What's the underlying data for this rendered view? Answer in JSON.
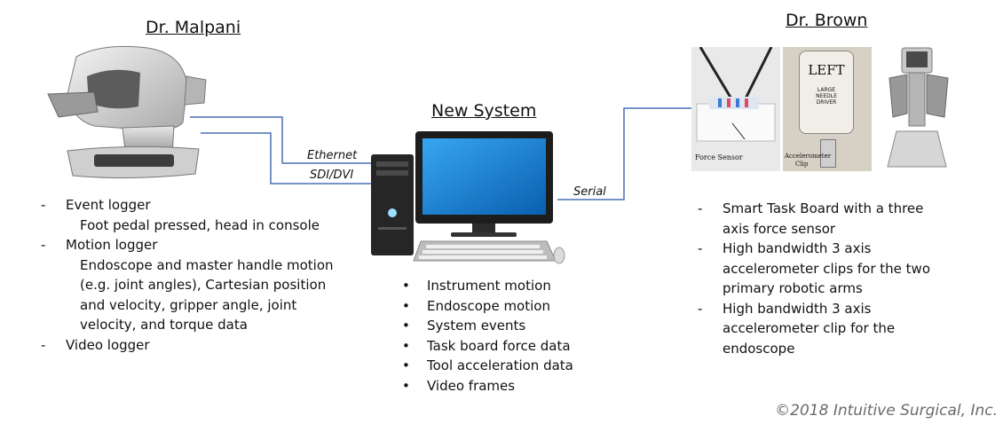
{
  "left": {
    "heading": "Dr. Malpani",
    "items": [
      {
        "text": "Event logger",
        "details": [
          "Foot pedal pressed, head in console"
        ]
      },
      {
        "text": "Motion logger",
        "details": [
          "Endoscope and master handle motion",
          "(e.g. joint angles), Cartesian position",
          "and velocity, gripper angle, joint",
          "velocity, and torque data"
        ]
      },
      {
        "text": "Video logger",
        "details": []
      }
    ]
  },
  "center": {
    "heading": "New System",
    "items": [
      "Instrument motion",
      "Endoscope motion",
      "System events",
      "Task board force data",
      "Tool acceleration data",
      "Video frames"
    ]
  },
  "right": {
    "heading": "Dr. Brown",
    "items": [
      {
        "lines": [
          "Smart Task Board with a three",
          "axis force sensor"
        ]
      },
      {
        "lines": [
          "High bandwidth 3 axis",
          "accelerometer clips for the two",
          "primary robotic arms"
        ]
      },
      {
        "lines": [
          "High bandwidth 3 axis",
          "accelerometer clip for the",
          "endoscope"
        ]
      }
    ],
    "photo_labels": {
      "force_sensor": "Force Sensor",
      "tag_left": "LEFT",
      "tag_line1": "LARGE",
      "tag_line2": "NEEDLE",
      "tag_line3": "DRIVER",
      "accel_line1": "Accelerometer",
      "accel_line2": "Clip"
    }
  },
  "connections": {
    "ethernet": "Ethernet",
    "sdi_dvi": "SDI/DVI",
    "serial": "Serial"
  },
  "colors": {
    "connector": "#4a6fb5",
    "screen": "#1a8ce0"
  },
  "copyright": "©2018 Intuitive Surgical, Inc."
}
